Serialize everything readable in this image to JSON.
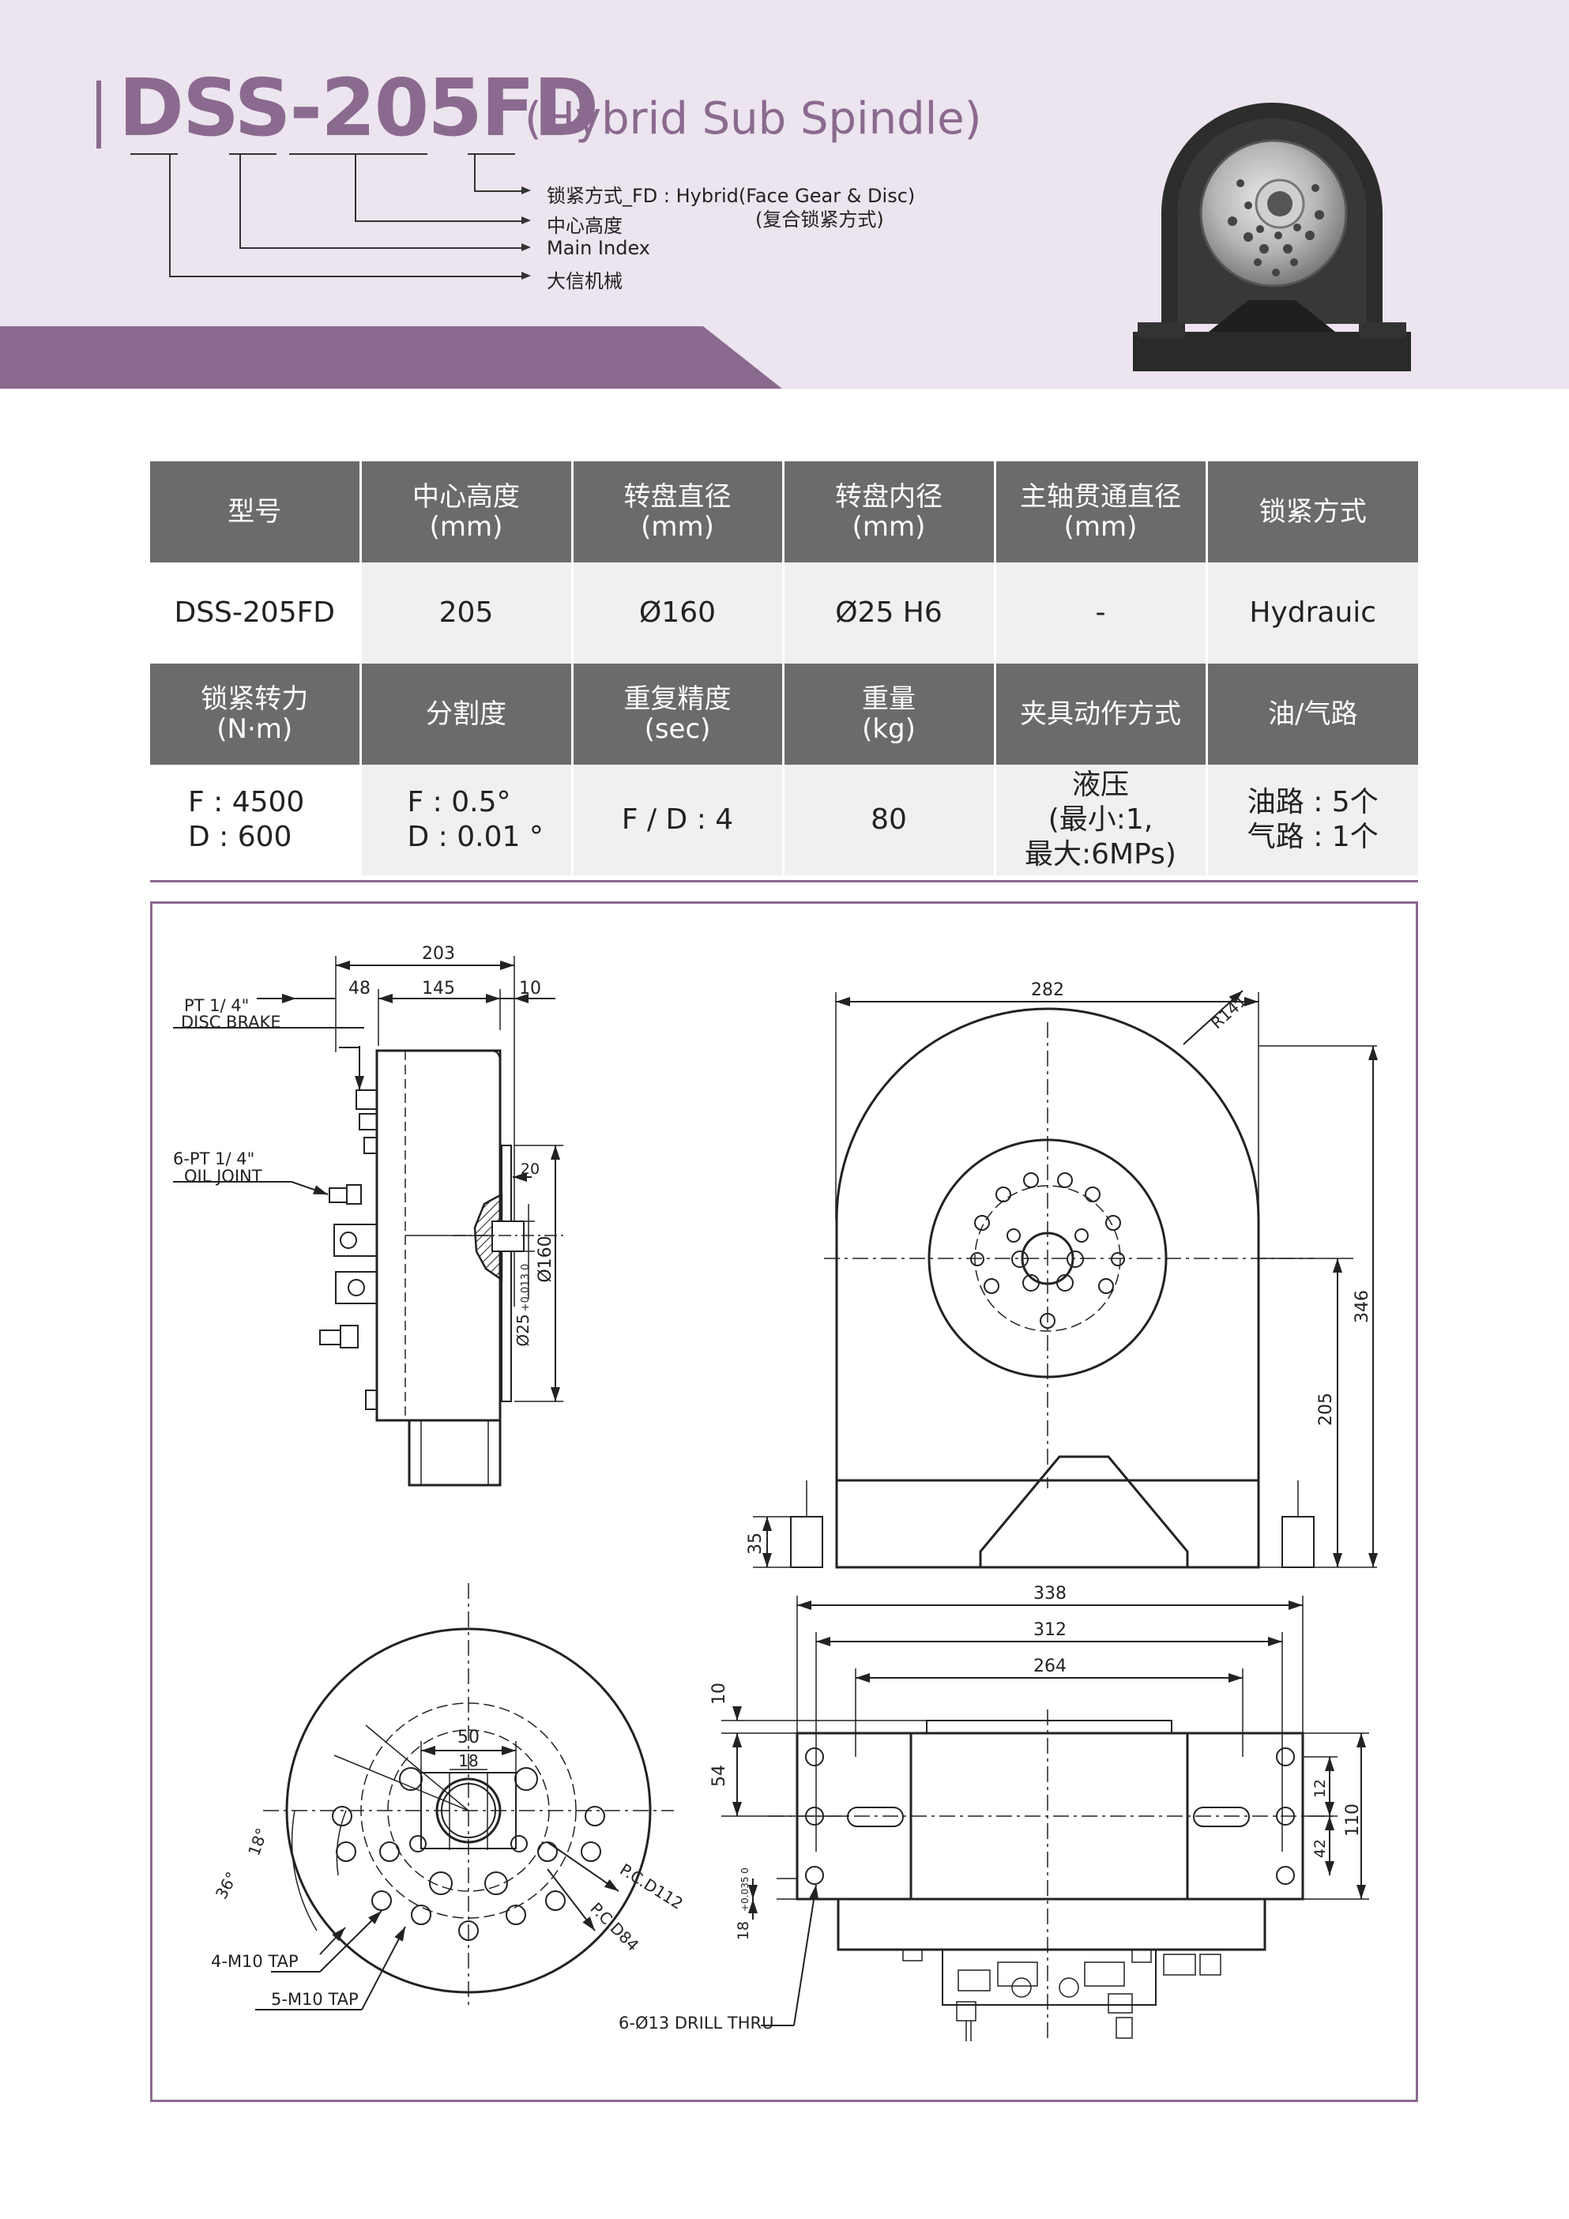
{
  "header": {
    "model": "DSS-205FD",
    "subtitle": "(Hybrid Sub Spindle)",
    "legend": [
      {
        "label": "锁紧方式_FD : Hybrid(Face Gear & Disc)"
      },
      {
        "label": "(复合锁紧方式)"
      },
      {
        "label": "中心高度"
      },
      {
        "label": "Main Index"
      },
      {
        "label": "大信机械"
      }
    ]
  },
  "colors": {
    "accent": "#8b6a8f",
    "header_bg": "#ece4ee",
    "table_header": "#6b6b6b"
  },
  "table": {
    "row1_headers": [
      [
        "型号"
      ],
      [
        "中心高度",
        "(mm)"
      ],
      [
        "转盘直径",
        "(mm)"
      ],
      [
        "转盘内径",
        "(mm)"
      ],
      [
        "主轴贯通直径",
        "(mm)"
      ],
      [
        "锁紧方式"
      ]
    ],
    "row1_values": [
      "DSS-205FD",
      "205",
      "Ø160",
      "Ø25 H6",
      "-",
      "Hydrauic"
    ],
    "row2_headers": [
      [
        "锁紧转力",
        "(N·m)"
      ],
      [
        "分割度"
      ],
      [
        "重复精度",
        "(sec)"
      ],
      [
        "重量",
        "(kg)"
      ],
      [
        "夹具动作方式"
      ],
      [
        "油/气路"
      ]
    ],
    "row2_values": [
      [
        "F : 4500",
        "D : 600"
      ],
      [
        "F : 0.5°",
        "D : 0.01 °"
      ],
      [
        "F / D : 4"
      ],
      [
        "80"
      ],
      [
        "液压",
        "(最小:1,",
        "最大:6MPs)"
      ],
      [
        "油路 : 5个",
        "气路 : 1个"
      ]
    ]
  },
  "drawing": {
    "side_view": {
      "dims": [
        "203",
        "48",
        "145",
        "10",
        "20",
        "Ø160",
        "Ø25"
      ],
      "tol": "+0.013 0",
      "labels": [
        "PT 1/ 4\"",
        "DISC BRAKE",
        "6-PT 1/ 4\"",
        "OIL JOINT"
      ]
    },
    "front_view": {
      "dims": [
        "282",
        "R141",
        "346",
        "205",
        "35"
      ]
    },
    "face_view": {
      "dims": [
        "50",
        "18",
        "18°",
        "36°",
        "P.C.D112",
        "P.C.D84"
      ],
      "labels": [
        "4-M10 TAP",
        "5-M10 TAP"
      ]
    },
    "top_view": {
      "dims": [
        "338",
        "312",
        "264",
        "10",
        "54",
        "12",
        "42",
        "110",
        "18"
      ],
      "tol": "+0.035 0",
      "labels": [
        "6-Ø13 DRILL THRU"
      ]
    }
  }
}
